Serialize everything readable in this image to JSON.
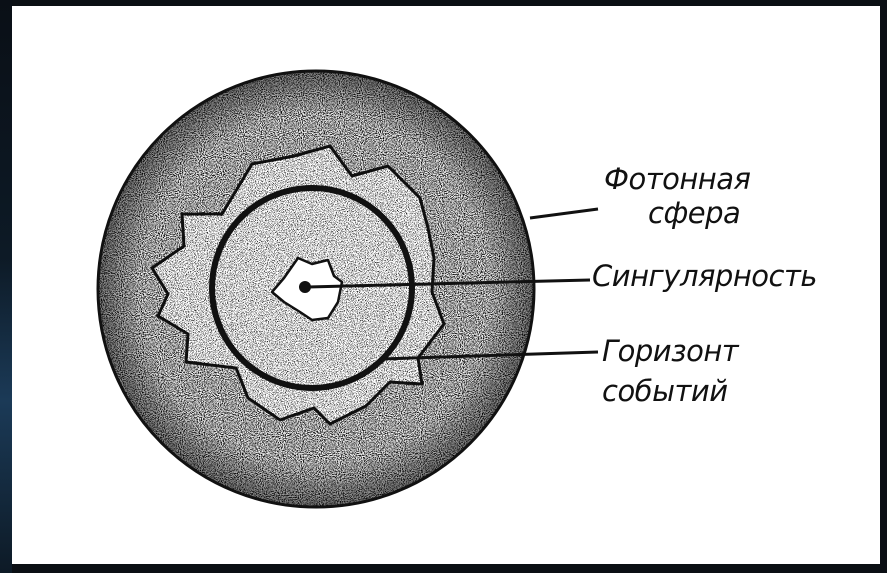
{
  "diagram": {
    "labels": {
      "photon_sphere": {
        "line1": "Фотонная",
        "line2": "сфера"
      },
      "singularity": {
        "line1": "Сингулярность"
      },
      "event_horizon": {
        "line1": "Горизонт",
        "line2": "событий"
      }
    },
    "colors": {
      "background": "#ffffff",
      "ink": "#111111",
      "frame": "#0b0f14"
    }
  }
}
